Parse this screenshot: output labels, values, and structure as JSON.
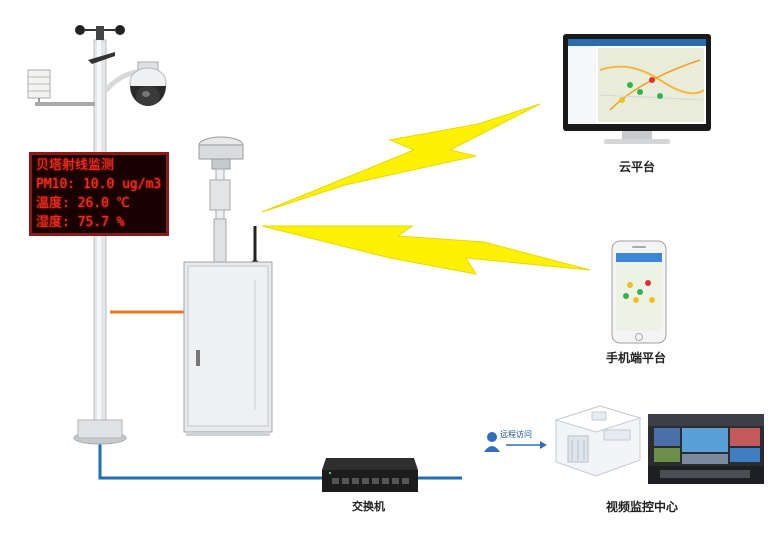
{
  "led": {
    "line1": "贝塔射线监测",
    "line2": "PM10: 10.0 ug/m3",
    "line3": "温度: 26.0 ℃",
    "line4": "湿度: 75.7 %"
  },
  "captions": {
    "cloud": "云平台",
    "mobile": "手机端平台",
    "switch": "交换机",
    "video": "视频监控中心",
    "remote_access": "远程访问"
  },
  "colors": {
    "bolt": "#fff200",
    "network_line": "#1f6fb2",
    "power_line": "#f07820",
    "led_text": "#ff2a1a"
  },
  "icons": [
    "weather-station-pole",
    "speed-dome-camera",
    "led-display-board",
    "beta-ray-monitor-cabinet",
    "lightning-bolt-icon",
    "monitor-icon",
    "smartphone-icon",
    "network-switch-icon",
    "user-icon",
    "server-building-icon",
    "video-wall-icon"
  ]
}
